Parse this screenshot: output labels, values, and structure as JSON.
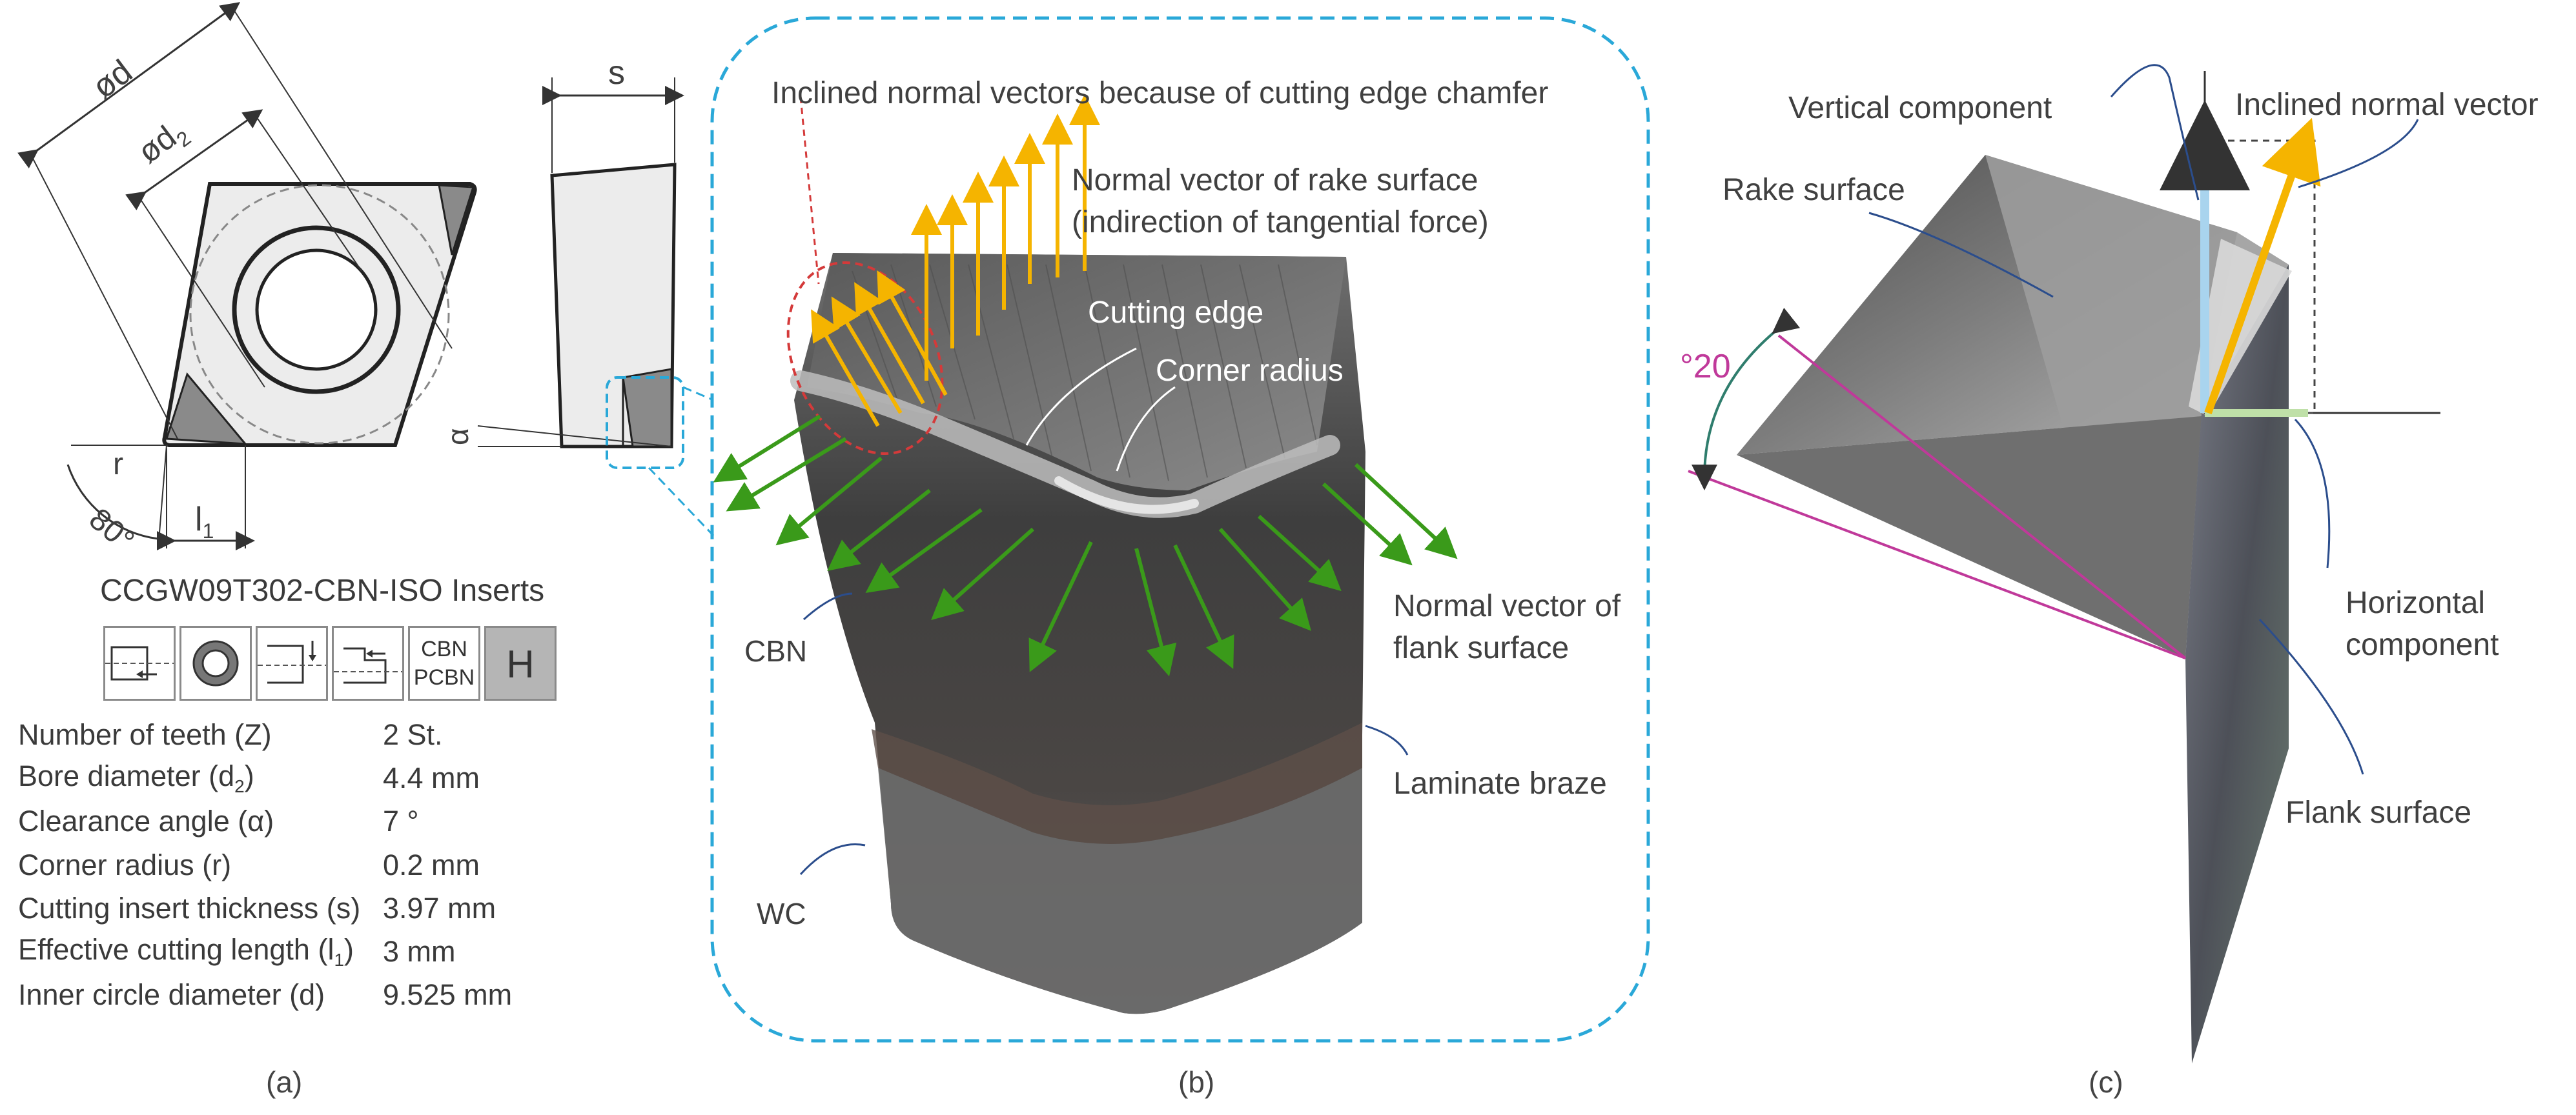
{
  "panel_a": {
    "dim_labels": {
      "od": "ød",
      "od2_prefix": "ød",
      "od2_sub": "2",
      "r": "r",
      "angle": "80°",
      "l1_prefix": "l",
      "l1_sub": "1",
      "s": "s",
      "alpha": "α"
    },
    "insert_title": "CCGW09T302-CBN-ISO Inserts",
    "icons": [
      {
        "name": "turning-icon",
        "text": ""
      },
      {
        "name": "insert-shape-icon",
        "text": ""
      },
      {
        "name": "face-turning-icon",
        "text": ""
      },
      {
        "name": "back-turning-icon",
        "text": ""
      },
      {
        "name": "cbn-badge",
        "line1": "CBN",
        "line2": "PCBN"
      },
      {
        "name": "h-badge",
        "text": "H"
      }
    ],
    "specs": [
      {
        "label": "Number of teeth (Z)",
        "value": "2 St."
      },
      {
        "label": "Bore diameter (d",
        "label_sub": "2",
        "label_end": ")",
        "value": "4.4 mm"
      },
      {
        "label": "Clearance angle (α)",
        "value": "7 °"
      },
      {
        "label": "Corner radius (r)",
        "value": "0.2 mm"
      },
      {
        "label": "Cutting insert thickness (s)",
        "value": "3.97 mm"
      },
      {
        "label": "Effective cutting length (l",
        "label_sub": "1",
        "label_end": ")",
        "value": "3 mm"
      },
      {
        "label": "Inner circle diameter (d)",
        "value": "9.525 mm"
      }
    ],
    "panel_label": "(a)"
  },
  "panel_b": {
    "inclined_note": "Inclined normal vectors because of cutting edge chamfer",
    "rake_normal_line1": "Normal vector of rake surface",
    "rake_normal_line2": "(indirection of tangential force)",
    "cutting_edge": "Cutting edge",
    "corner_radius": "Corner radius",
    "cbn": "CBN",
    "flank_normal_line1": "Normal vector of",
    "flank_normal_line2": "flank surface",
    "laminate_braze": "Laminate braze",
    "wc": "WC",
    "panel_label": "(b)"
  },
  "panel_c": {
    "vertical_component": "Vertical component",
    "inclined_normal_vector": "Inclined normal vector",
    "rake_surface": "Rake surface",
    "angle_label": "°20",
    "horizontal_line1": "Horizontal",
    "horizontal_line2": "component",
    "flank_surface": "Flank surface",
    "panel_label": "(c)"
  },
  "colors": {
    "rake_vector": "#f5b400",
    "flank_vector": "#3a9a1a",
    "dashed_frame": "#2aa8d8",
    "magenta": "#c0399a",
    "vertical_vector": "#a9d4ee",
    "horizontal_vector": "#bfe0a8"
  }
}
